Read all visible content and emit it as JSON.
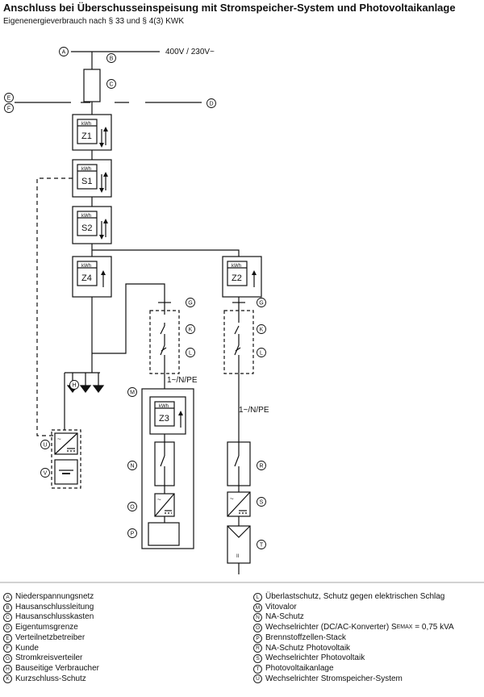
{
  "title": "Anschluss bei Überschusseinspeisung mit Stromspeicher-System und Photovoltaikanlage",
  "subtitle": "Eigenenergieverbrauch nach § 33 und § 4(3) KWK",
  "grid_label": "400V / 230V~",
  "phase_label": "1~/N/PE",
  "meter_unit": "kWh",
  "meters": {
    "z1": "Z1",
    "s1": "S1",
    "s2": "S2",
    "z4": "Z4",
    "z2": "Z2",
    "z3": "Z3"
  },
  "marker_letters": {
    "a": "A",
    "b": "B",
    "c": "C",
    "d": "D",
    "e": "E",
    "f": "F",
    "g": "G",
    "h": "H",
    "k": "K",
    "l": "L",
    "m": "M",
    "n": "N",
    "o": "O",
    "p": "P",
    "r": "R",
    "s": "S",
    "t": "T",
    "u": "U",
    "v": "V"
  },
  "legend_left": [
    {
      "letter": "A",
      "text": "Niederspannungsnetz"
    },
    {
      "letter": "B",
      "text": "Hausanschlussleitung"
    },
    {
      "letter": "C",
      "text": "Hausanschlusskasten"
    },
    {
      "letter": "D",
      "text": "Eigentumsgrenze"
    },
    {
      "letter": "E",
      "text": "Verteilnetzbetreiber"
    },
    {
      "letter": "F",
      "text": "Kunde"
    },
    {
      "letter": "G",
      "text": "Stromkreisverteiler"
    },
    {
      "letter": "H",
      "text": "Bauseitige Verbraucher"
    },
    {
      "letter": "K",
      "text": "Kurzschluss-Schutz"
    }
  ],
  "legend_right": [
    {
      "letter": "L",
      "text": "Überlastschutz, Schutz gegen elektrischen Schlag"
    },
    {
      "letter": "M",
      "text": "Vitovalor"
    },
    {
      "letter": "N",
      "text": "NA-Schutz"
    },
    {
      "letter": "O",
      "text": "Wechselrichter (DC/AC-Konverter) S",
      "sub": "EMAX",
      "suffix": " = 0,75 kVA"
    },
    {
      "letter": "P",
      "text": "Brennstoffzellen-Stack"
    },
    {
      "letter": "R",
      "text": "NA-Schutz Photovoltaik"
    },
    {
      "letter": "S",
      "text": "Wechselrichter Photovoltaik"
    },
    {
      "letter": "T",
      "text": "Photovoltaikanlage"
    },
    {
      "letter": "U",
      "text": "Wechselrichter Stromspeicher-System"
    }
  ]
}
